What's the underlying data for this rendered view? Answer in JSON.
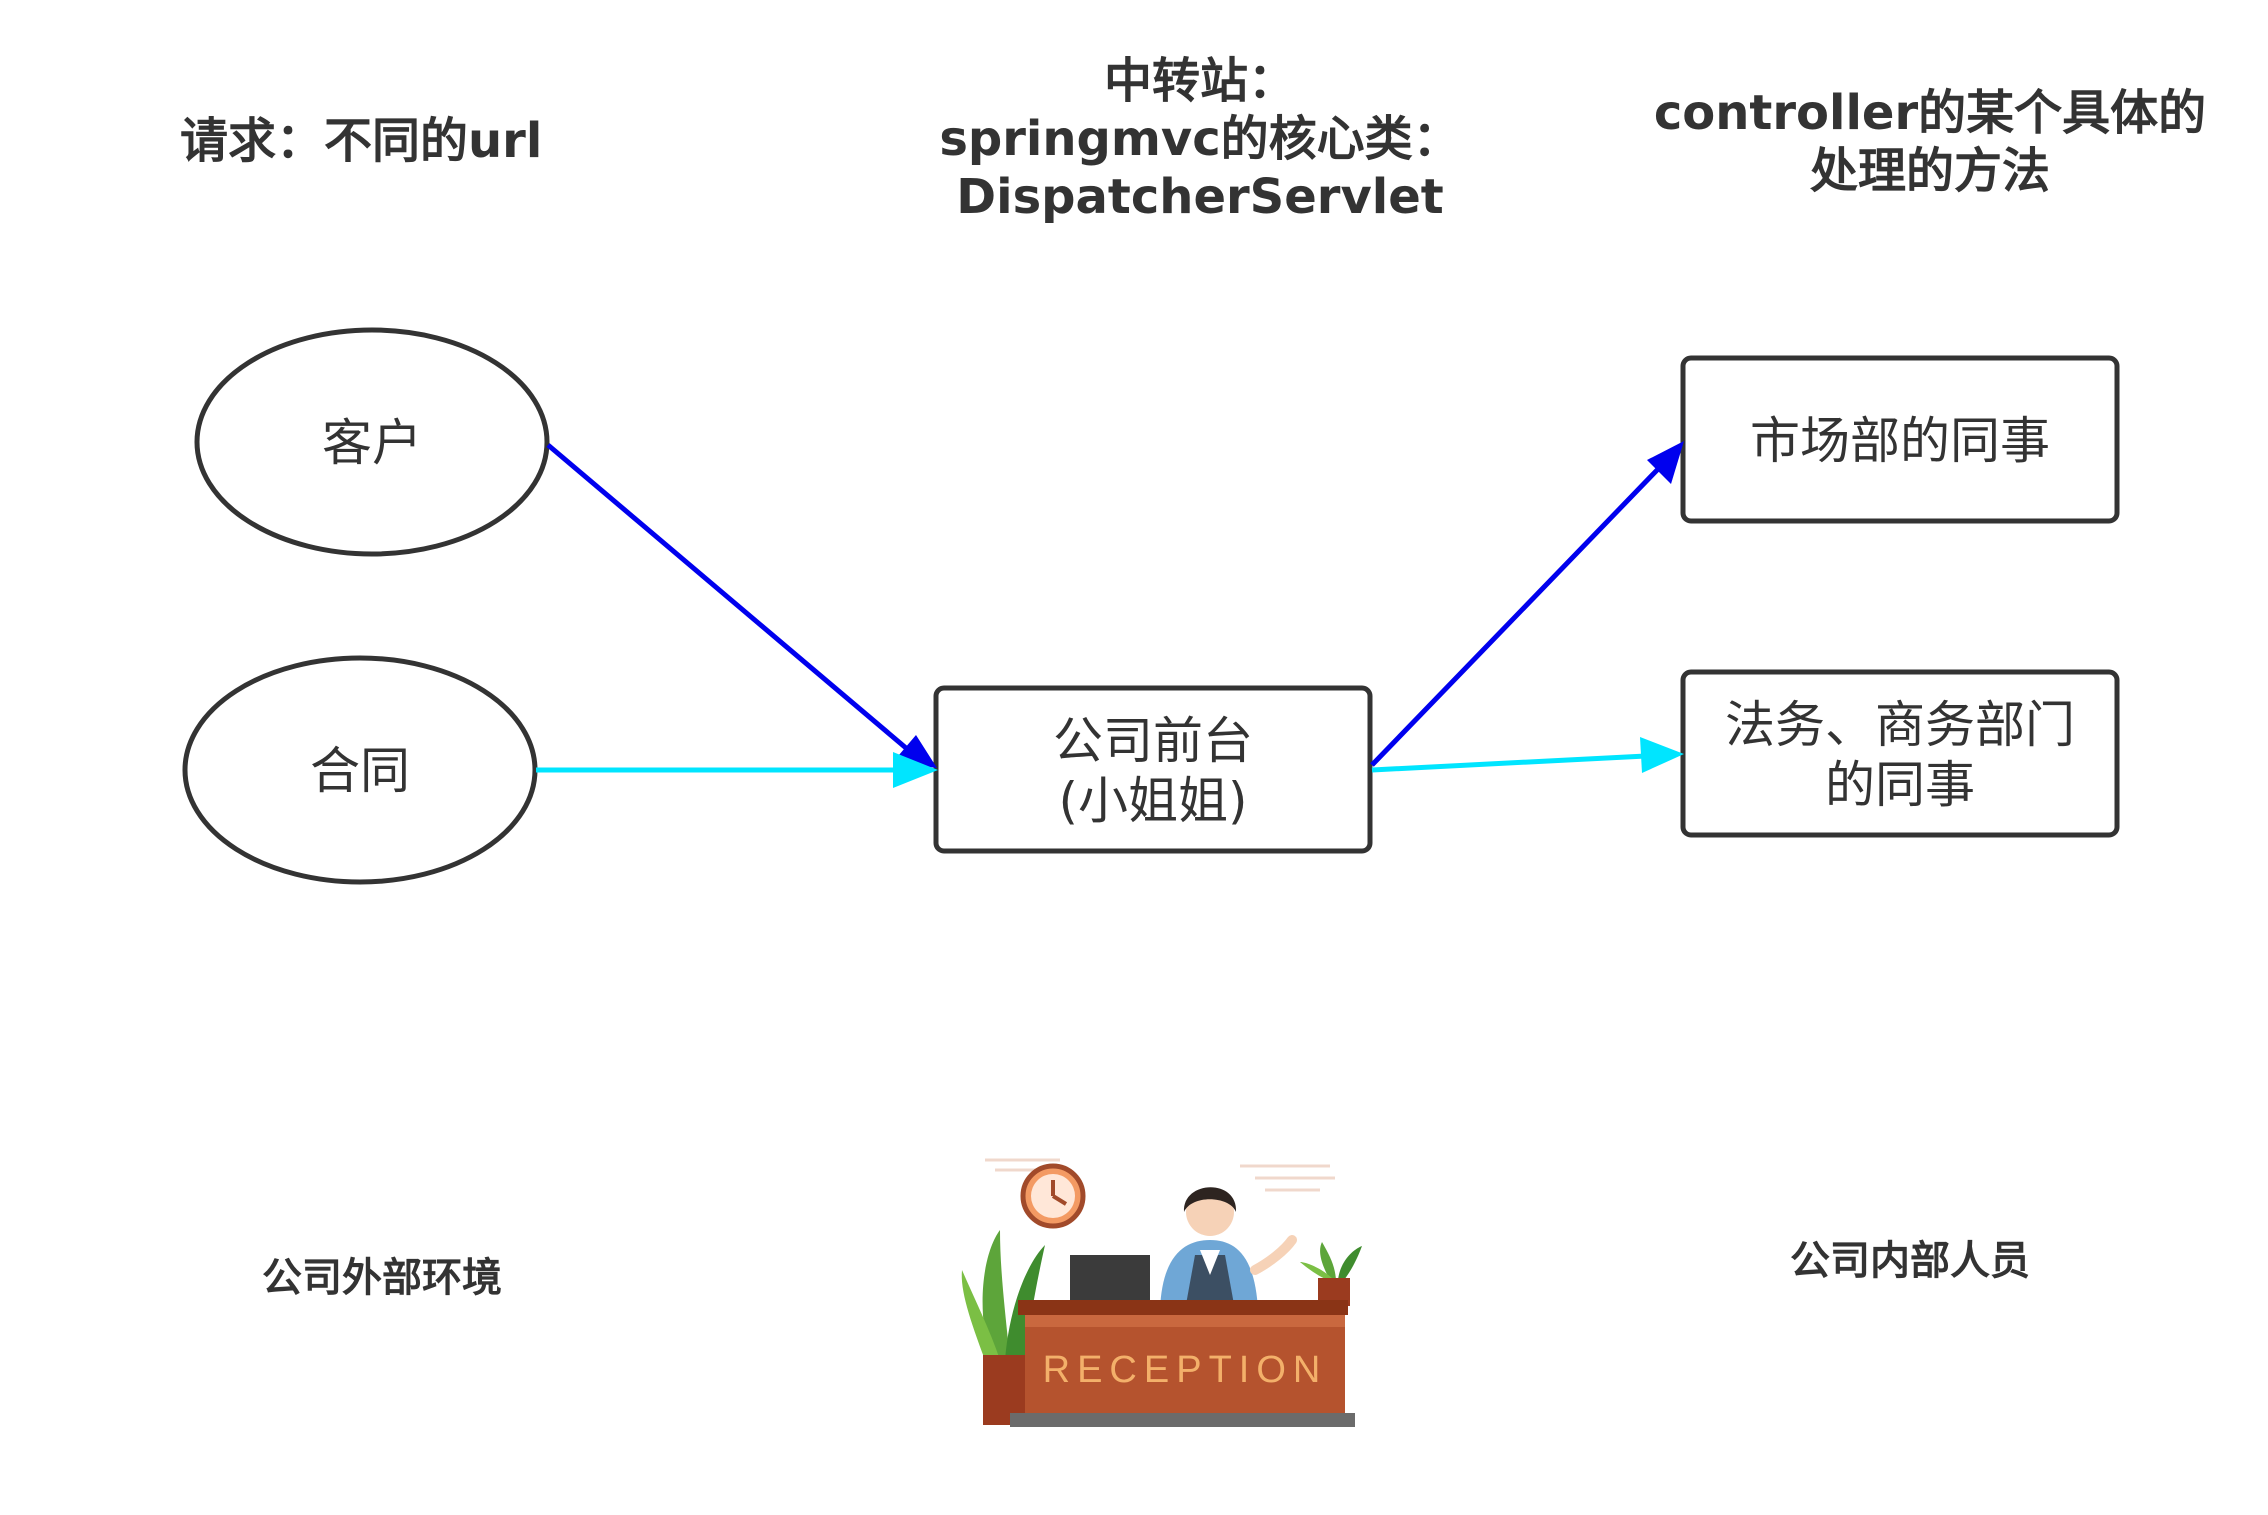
{
  "headers": {
    "left": "请求：不同的url",
    "center": [
      "中转站：",
      "springmvc的核心类：",
      "DispatcherServlet"
    ],
    "right": [
      "controller的某个具体的",
      "处理的方法"
    ]
  },
  "nodes": {
    "customer": "客户",
    "contract": "合同",
    "reception_line1": "公司前台",
    "reception_line2": "(小姐姐)",
    "marketing": "市场部的同事",
    "legal_line1": "法务、商务部门",
    "legal_line2": "的同事"
  },
  "footer": {
    "left": "公司外部环境",
    "right": "公司内部人员",
    "desk_sign": "RECEPTION"
  },
  "colors": {
    "arrow_blue": "#0000ee",
    "arrow_cyan": "#00e5ff",
    "stroke": "#333333",
    "desk": "#b5532e",
    "desk_text": "#f3b06a"
  }
}
